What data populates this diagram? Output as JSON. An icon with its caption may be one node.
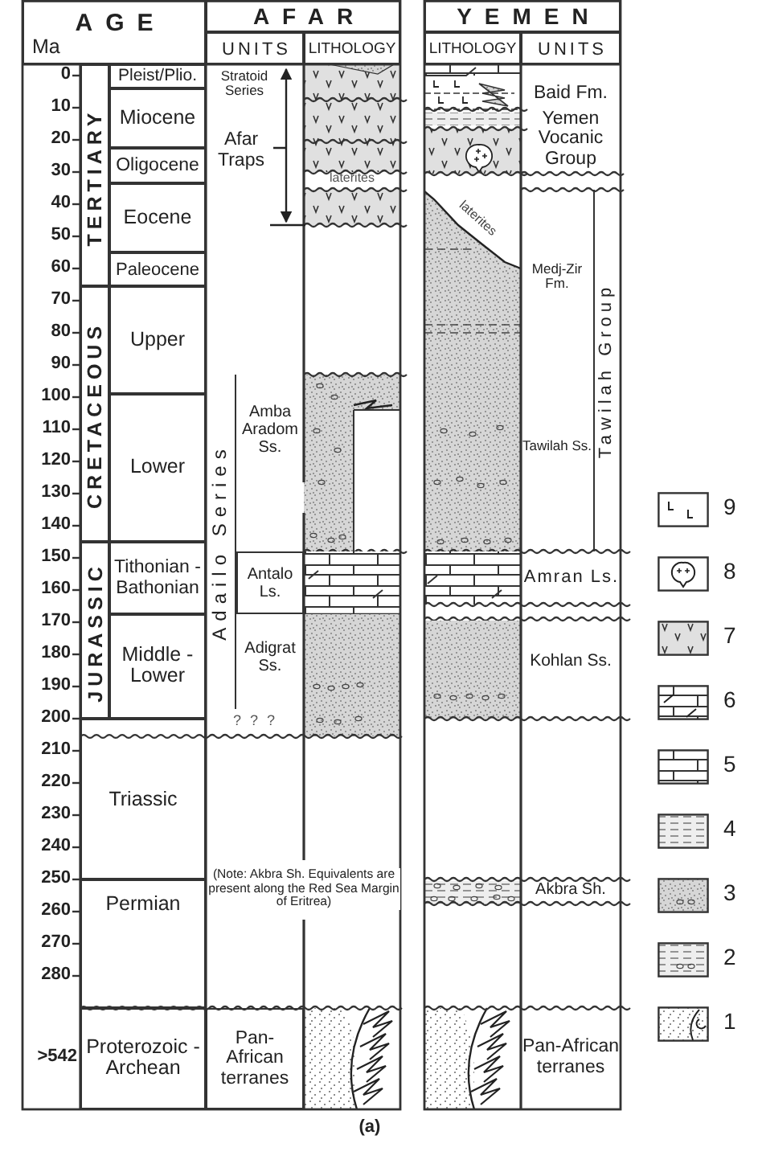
{
  "diagram": {
    "caption": "(a)",
    "nodes": [
      {
        "text": [
          "AGE"
        ]
      },
      {
        "text": [
          "AFAR"
        ]
      },
      {
        "text": [
          "UNITS"
        ]
      },
      {
        "text": [
          "LITHOLOGY"
        ]
      },
      {
        "text": [
          "YEMEN"
        ]
      },
      {
        "text": [
          "LITHOLOGY"
        ]
      },
      {
        "text": [
          "UNITS"
        ]
      },
      {
        "text": [
          "TERTIARY"
        ]
      },
      {
        "text": [
          "CRETACEOUS"
        ]
      },
      {
        "text": [
          "JURASSIC"
        ]
      },
      {
        "text": [
          "Pleist/Plio."
        ]
      },
      {
        "text": [
          "Miocene"
        ]
      },
      {
        "text": [
          "Oligocene"
        ]
      },
      {
        "text": [
          "Eocene"
        ]
      },
      {
        "text": [
          "Paleocene"
        ]
      },
      {
        "text": [
          "Upper"
        ]
      },
      {
        "text": [
          "Lower"
        ]
      },
      {
        "text": [
          "Tithonian - Bathonian"
        ]
      },
      {
        "text": [
          "Middle - Lower"
        ]
      },
      {
        "text": [
          "Triassic"
        ]
      },
      {
        "text": [
          "Permian"
        ]
      },
      {
        "text": [
          "Proterozoic - Archean"
        ]
      },
      {
        "text": [
          "Adailo Series"
        ]
      },
      {
        "text": [
          "Amba Aradom Ss."
        ]
      },
      {
        "text": [
          "Antalo Ls."
        ]
      },
      {
        "text": [
          "Adigrat Ss."
        ]
      },
      {
        "text": [
          "Pan-African terranes"
        ]
      },
      {
        "text": [
          "Baid Fm."
        ]
      },
      {
        "text": [
          "Yemen Vocanic Group"
        ]
      },
      {
        "text": [
          "Medj-Zir Fm.",
          "Tawilah Ss."
        ]
      },
      {
        "text": [
          "Tawilah Group"
        ]
      },
      {
        "text": [
          "Amran Ls."
        ]
      },
      {
        "text": [
          "Kohlan Ss."
        ]
      },
      {
        "text": [
          "Akbra Sh."
        ]
      },
      {
        "text": [
          "Pan-African terranes"
        ]
      }
    ],
    "labels": [
      "Ma",
      "0",
      "10",
      "20",
      "30",
      "40",
      "50",
      "60",
      "70",
      "80",
      "90",
      "100",
      "110",
      "120",
      "130",
      "140",
      "150",
      "160",
      "170",
      "180",
      "190",
      "200",
      "210",
      "220",
      "230",
      "240",
      "250",
      "260",
      "270",
      "280",
      ">542",
      "Stratoid Series",
      "Afar Traps",
      "laterites",
      "laterites",
      "? ? ?",
      "(Note: Akbra Sh. Equivalents are present along the Red Sea Margin of Eritrea)"
    ],
    "legend": [
      {
        "text": "9"
      },
      {
        "text": "8"
      },
      {
        "text": "7"
      },
      {
        "text": "6"
      },
      {
        "text": "5"
      },
      {
        "text": "4"
      },
      {
        "text": "3"
      },
      {
        "text": "2"
      },
      {
        "text": "1"
      }
    ]
  }
}
